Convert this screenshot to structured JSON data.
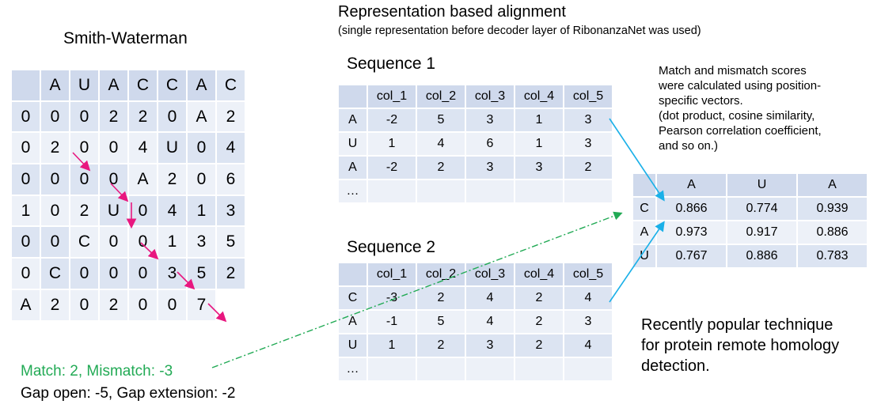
{
  "sw": {
    "title": "Smith-Waterman",
    "col_headers": [
      "",
      "A",
      "U",
      "A",
      "C",
      "C",
      "A"
    ],
    "rows": [
      {
        "label": "C",
        "values": [
          "0",
          "0",
          "0",
          "2",
          "2",
          "0"
        ]
      },
      {
        "label": "A",
        "values": [
          "2",
          "0",
          "2",
          "0",
          "0",
          "4"
        ]
      },
      {
        "label": "U",
        "values": [
          "0",
          "4",
          "0",
          "0",
          "0",
          "0"
        ]
      },
      {
        "label": "A",
        "values": [
          "2",
          "0",
          "6",
          "1",
          "0",
          "2"
        ]
      },
      {
        "label": "U",
        "values": [
          "0",
          "4",
          "1",
          "3",
          "0",
          "0"
        ]
      },
      {
        "label": "C",
        "values": [
          "0",
          "0",
          "1",
          "3",
          "5",
          "0"
        ]
      },
      {
        "label": "C",
        "values": [
          "0",
          "0",
          "0",
          "3",
          "5",
          "2"
        ]
      },
      {
        "label": "A",
        "values": [
          "2",
          "0",
          "2",
          "0",
          "0",
          "7"
        ]
      }
    ],
    "match_text": "Match: 2, Mismatch: -3",
    "gap_text": "Gap open: -5, Gap extension: -2",
    "arrow_color": "#e8177f",
    "green_color": "#22aa55"
  },
  "rep": {
    "title": "Representation based alignment",
    "subtitle": "(single representation before decoder layer of RibonanzaNet was used)"
  },
  "seq1": {
    "title": "Sequence 1",
    "headers": [
      "",
      "col_1",
      "col_2",
      "col_3",
      "col_4",
      "col_5"
    ],
    "rows": [
      {
        "label": "A",
        "values": [
          "-2",
          "5",
          "3",
          "1",
          "3"
        ]
      },
      {
        "label": "U",
        "values": [
          "1",
          "4",
          "6",
          "1",
          "3"
        ]
      },
      {
        "label": "A",
        "values": [
          "-2",
          "2",
          "3",
          "3",
          "2"
        ]
      },
      {
        "label": "…",
        "values": [
          "",
          "",
          "",
          "",
          ""
        ]
      }
    ]
  },
  "seq2": {
    "title": "Sequence 2",
    "headers": [
      "",
      "col_1",
      "col_2",
      "col_3",
      "col_4",
      "col_5"
    ],
    "rows": [
      {
        "label": "C",
        "values": [
          "-3",
          "2",
          "4",
          "2",
          "4"
        ]
      },
      {
        "label": "A",
        "values": [
          "-1",
          "5",
          "4",
          "2",
          "3"
        ]
      },
      {
        "label": "U",
        "values": [
          "1",
          "2",
          "3",
          "2",
          "4"
        ]
      },
      {
        "label": "…",
        "values": [
          "",
          "",
          "",
          "",
          ""
        ]
      }
    ]
  },
  "note": {
    "lines": [
      "Match and mismatch scores",
      "were calculated using position-",
      "specific vectors.",
      "(dot product, cosine similarity,",
      "Pearson correlation coefficient,",
      "and so on.)"
    ]
  },
  "score": {
    "headers": [
      "",
      "A",
      "U",
      "A"
    ],
    "rows": [
      {
        "label": "C",
        "values": [
          "0.866",
          "0.774",
          "0.939"
        ]
      },
      {
        "label": "A",
        "values": [
          "0.973",
          "0.917",
          "0.886"
        ]
      },
      {
        "label": "U",
        "values": [
          "0.767",
          "0.886",
          "0.783"
        ]
      }
    ]
  },
  "popular": {
    "lines": [
      "Recently popular technique",
      "for protein remote homology",
      "detection."
    ]
  },
  "colors": {
    "header_fill": "#cfd9ec",
    "band_dark": "#dce4f2",
    "band_light": "#edf1f8",
    "blue_arrow": "#1ab0e8"
  }
}
